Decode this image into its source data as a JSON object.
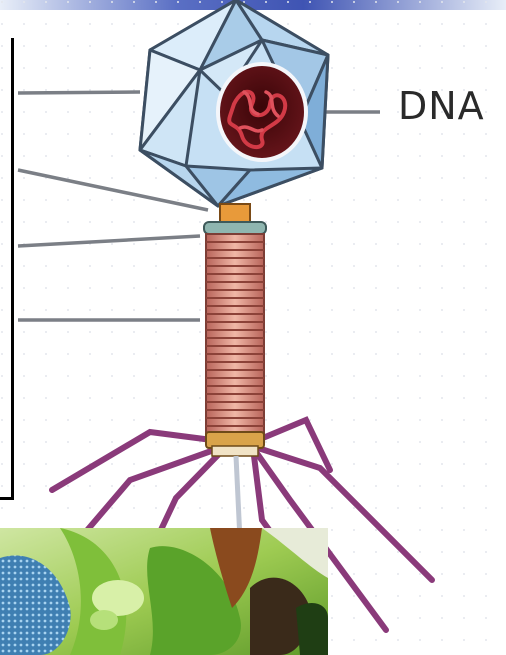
{
  "labels": {
    "dna": "DNA"
  },
  "colors": {
    "capsid_fill": "#bcd8ef",
    "capsid_edge": "#3c4e62",
    "dna_fill": "#5a0f14",
    "dna_strand": "#d23a46",
    "collar": "#e89a3a",
    "sheath": "#d88870",
    "tail_fiber": "#8a3a7a",
    "leader_line": "#7b7f86",
    "top_band": "#3f54b3"
  },
  "icons": {
    "figure": "bacteriophage-diagram",
    "inset": "green-leaf-photo"
  }
}
